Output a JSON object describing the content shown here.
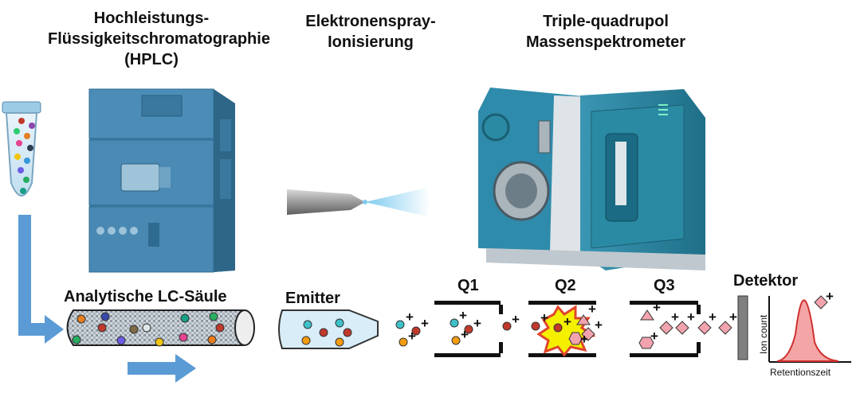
{
  "titles": {
    "hplc_l1": "Hochleistungs-",
    "hplc_l2": "Flüssigkeitschromatographie",
    "hplc_l3": "(HPLC)",
    "esi_l1": "Elektronenspray-",
    "esi_l2": "Ionisierung",
    "ms_l1": "Triple-quadrupol",
    "ms_l2": "Massenspektrometer"
  },
  "labels": {
    "column": "Analytische LC-Säule",
    "emitter": "Emitter",
    "q1": "Q1",
    "q2": "Q2",
    "q3": "Q3",
    "detector": "Detektor",
    "ion_count": "Ion count",
    "retention": "Retentionszeit",
    "plus": "+"
  },
  "colors": {
    "instrument_blue": "#3f7fa8",
    "ms_teal": "#2a8aa3",
    "flow_arrow": "#5b9bd5",
    "peak_fill": "#f4a6a6",
    "peak_line": "#d03030",
    "ion_pink": "#f2a3ad",
    "explosion": "#f5f000"
  }
}
